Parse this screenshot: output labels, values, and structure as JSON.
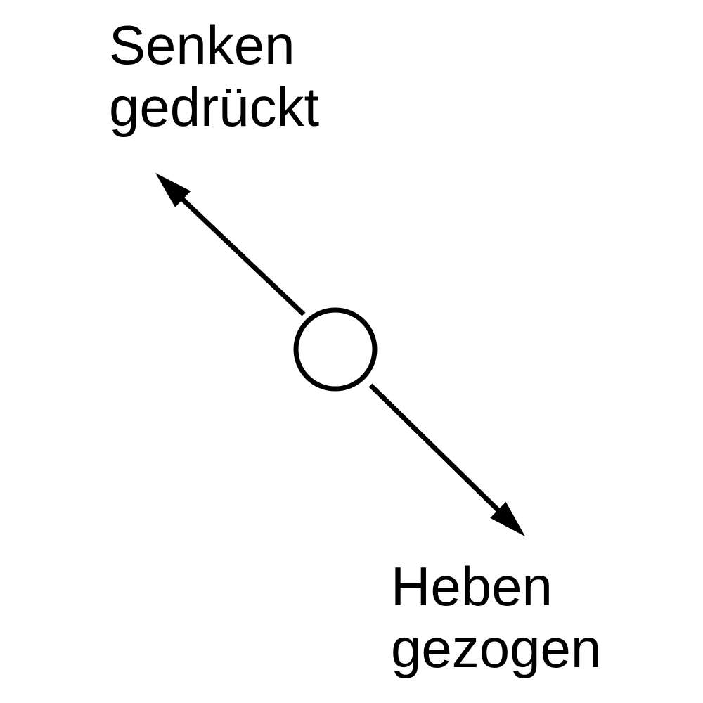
{
  "diagram": {
    "background_color": "#ffffff",
    "ink_color": "#000000",
    "labels": {
      "upper": {
        "line1": "Senken",
        "line2": "gedrückt"
      },
      "lower": {
        "line1": "Heben",
        "line2": "gezogen"
      }
    },
    "shapes": {
      "node": "circle",
      "arrow_upper": "arrow-up-left",
      "arrow_lower": "arrow-down-right"
    }
  }
}
